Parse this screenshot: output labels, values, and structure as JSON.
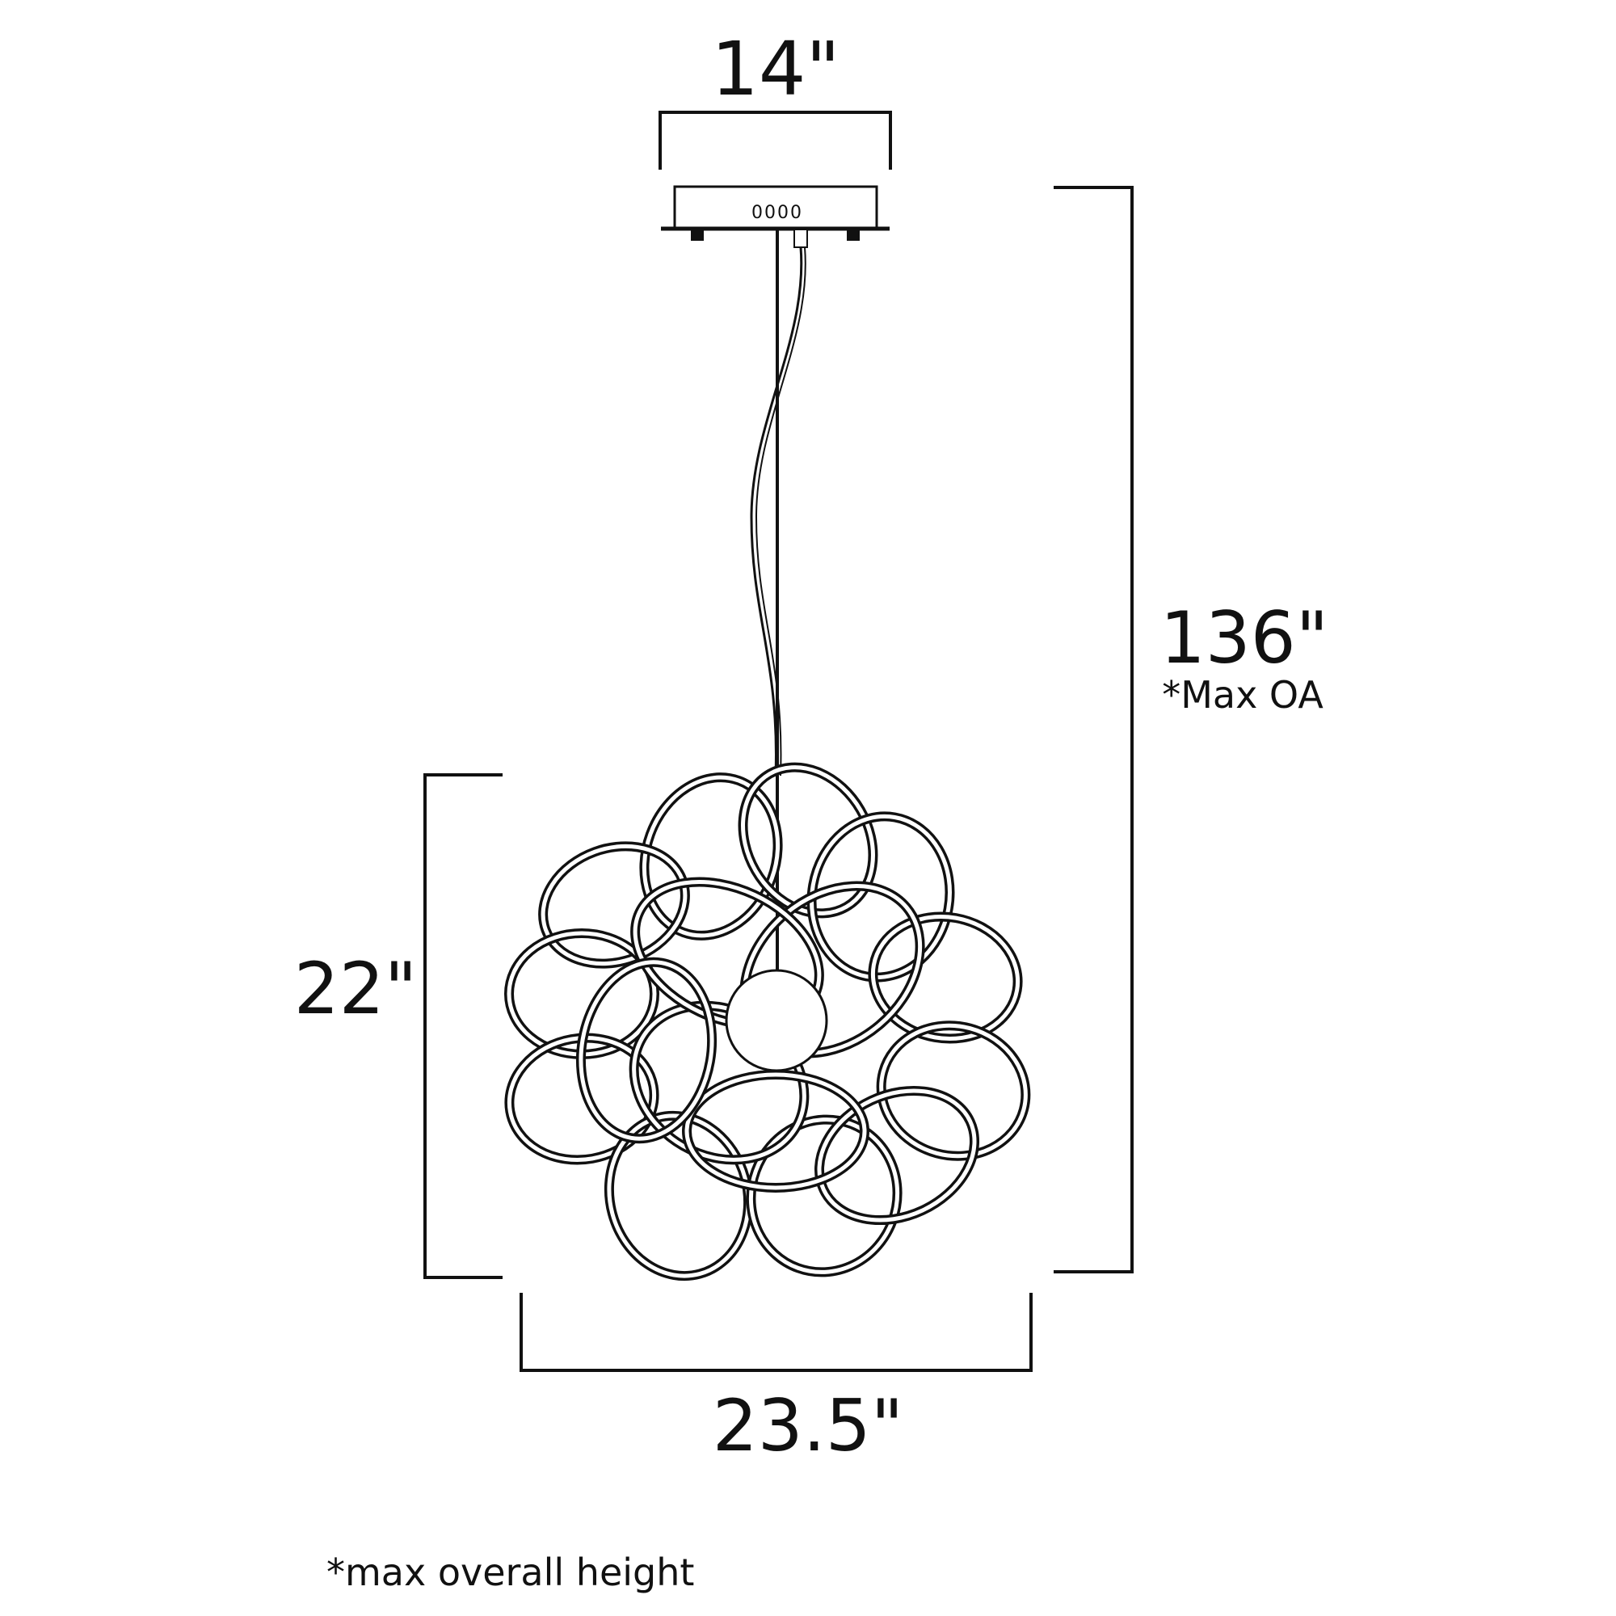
{
  "dimensions": {
    "canopy_width": "14\"",
    "overall_height": "136\"",
    "overall_height_note": "*Max OA",
    "fixture_height": "22\"",
    "fixture_width": "23.5\""
  },
  "canopy_marking": "0000",
  "footnote": "*max overall height",
  "colors": {
    "line": "#111111",
    "background": "#ffffff"
  }
}
